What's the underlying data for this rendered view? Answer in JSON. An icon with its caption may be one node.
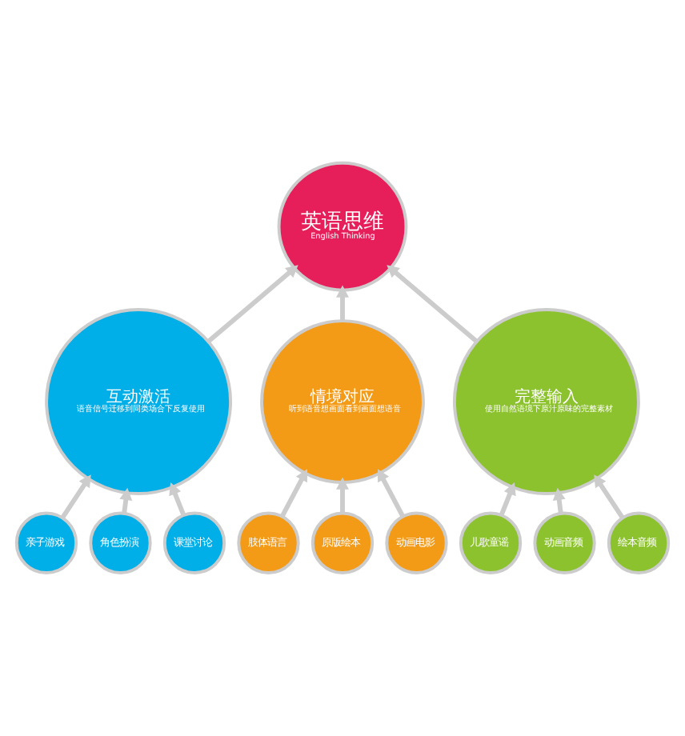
{
  "diagram": {
    "nodes": [
      {
        "text": [
          "英语思维",
          "English Thinking"
        ]
      },
      {
        "text": [
          "互动激活",
          "语音信号迁移到同类场合下反复使用"
        ]
      },
      {
        "text": [
          "亲子游戏"
        ]
      },
      {
        "text": [
          "角色扮演"
        ]
      },
      {
        "text": [
          "课堂讨论"
        ]
      },
      {
        "text": [
          "情境对应",
          "听到语音想画面看到画面想语音"
        ]
      },
      {
        "text": [
          "肢体语言"
        ]
      },
      {
        "text": [
          "原版绘本"
        ]
      },
      {
        "text": [
          "动画电影"
        ]
      },
      {
        "text": [
          "完整输入",
          "使用自然语境下原汁原味的完整素材"
        ]
      },
      {
        "text": [
          "儿歌童谣"
        ]
      },
      {
        "text": [
          "动画音频"
        ]
      },
      {
        "text": [
          "绘本音频"
        ]
      }
    ],
    "edges": [
      {
        "from": 1,
        "to": 0,
        "arrow": "to"
      },
      {
        "from": 2,
        "to": 1,
        "arrow": "to"
      },
      {
        "from": 3,
        "to": 1,
        "arrow": "to"
      },
      {
        "from": 4,
        "to": 1,
        "arrow": "to"
      },
      {
        "from": 5,
        "to": 0,
        "arrow": "to"
      },
      {
        "from": 6,
        "to": 5,
        "arrow": "to"
      },
      {
        "from": 7,
        "to": 5,
        "arrow": "to"
      },
      {
        "from": 8,
        "to": 5,
        "arrow": "to"
      },
      {
        "from": 9,
        "to": 0,
        "arrow": "to"
      },
      {
        "from": 10,
        "to": 9,
        "arrow": "to"
      },
      {
        "from": 11,
        "to": 9,
        "arrow": "to"
      },
      {
        "from": 12,
        "to": 9,
        "arrow": "to"
      }
    ]
  }
}
